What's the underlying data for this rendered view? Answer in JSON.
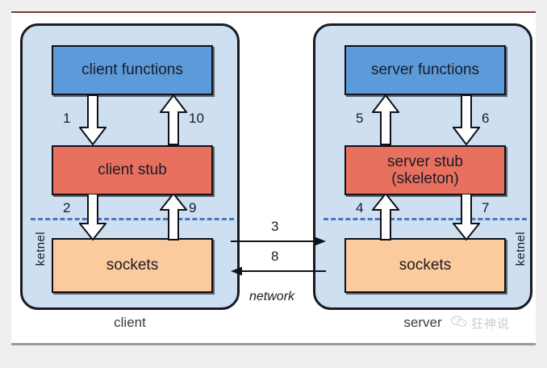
{
  "diagram": {
    "title": "RPC client-server stub/skeleton socket diagram",
    "colors": {
      "panel_bg": "#cddff0",
      "functions_box": "#5b9bd9",
      "stub_box": "#e7705f",
      "sockets_box": "#fbcb9d",
      "kernel_dash": "#4a77bf",
      "outline": "#111118",
      "frame_top_rule": "#7c3b33",
      "frame_bottom_rule": "#9a9a9a"
    },
    "client": {
      "caption": "client",
      "kernel_label": "ketnel",
      "boxes": {
        "functions": "client functions",
        "stub": "client stub",
        "sockets": "sockets"
      },
      "steps": {
        "functions_to_stub": "1",
        "stub_to_sockets": "2",
        "sockets_to_stub": "9",
        "stub_to_functions": "10"
      }
    },
    "server": {
      "caption": "server",
      "kernel_label": "ketnel",
      "boxes": {
        "functions": "server functions",
        "stub_line1": "server stub",
        "stub_line2": "(skeleton)",
        "sockets": "sockets"
      },
      "steps": {
        "stub_to_functions": "5",
        "functions_to_stub": "6",
        "stub_to_sockets": "7",
        "sockets_to_stub": "4"
      }
    },
    "network": {
      "label": "network",
      "request_step": "3",
      "reply_step": "8"
    },
    "watermark": {
      "icon": "wechat-icon",
      "text": "狂神说"
    }
  }
}
